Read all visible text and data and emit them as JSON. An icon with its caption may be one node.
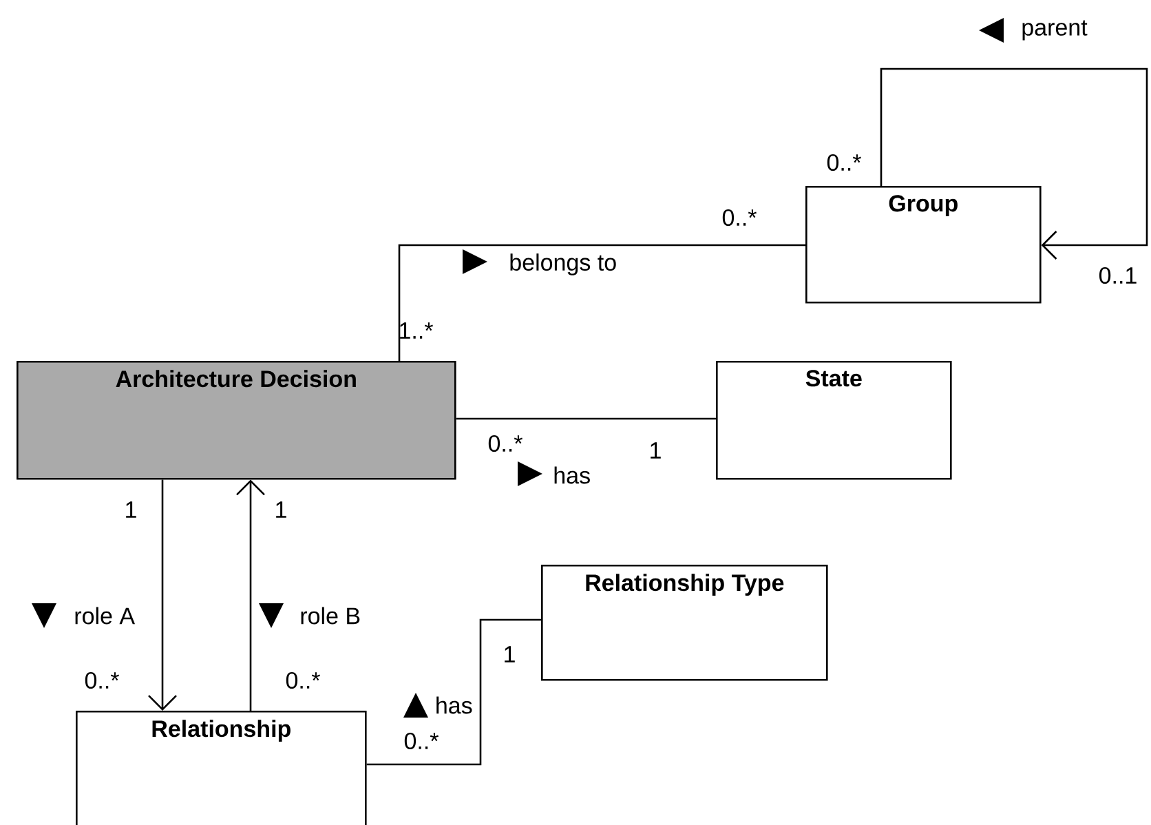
{
  "diagram": {
    "nodes": [
      {
        "text": [
          "Group"
        ]
      },
      {
        "text": [
          "Architecture Decision"
        ]
      },
      {
        "text": [
          "State"
        ]
      },
      {
        "text": [
          "Relationship Type"
        ]
      },
      {
        "text": [
          "Relationship"
        ]
      }
    ],
    "edges": [
      {
        "from": 1,
        "to": 0,
        "arrow": "none",
        "label": "belongs to"
      },
      {
        "from": 0,
        "to": 0,
        "arrow": "to",
        "label": "parent"
      },
      {
        "from": 1,
        "to": 2,
        "arrow": "none",
        "label": "has"
      },
      {
        "from": 1,
        "to": 4,
        "arrow": "to",
        "label": "role A"
      },
      {
        "from": 4,
        "to": 1,
        "arrow": "to",
        "label": "role B"
      },
      {
        "from": 4,
        "to": 3,
        "arrow": "none",
        "label": "has"
      }
    ],
    "labels": [
      "0..*",
      "0..*",
      "0..1",
      "1..*",
      "0..*",
      "1",
      "1",
      "1",
      "1",
      "0..*",
      "0..*",
      "0..*"
    ]
  }
}
